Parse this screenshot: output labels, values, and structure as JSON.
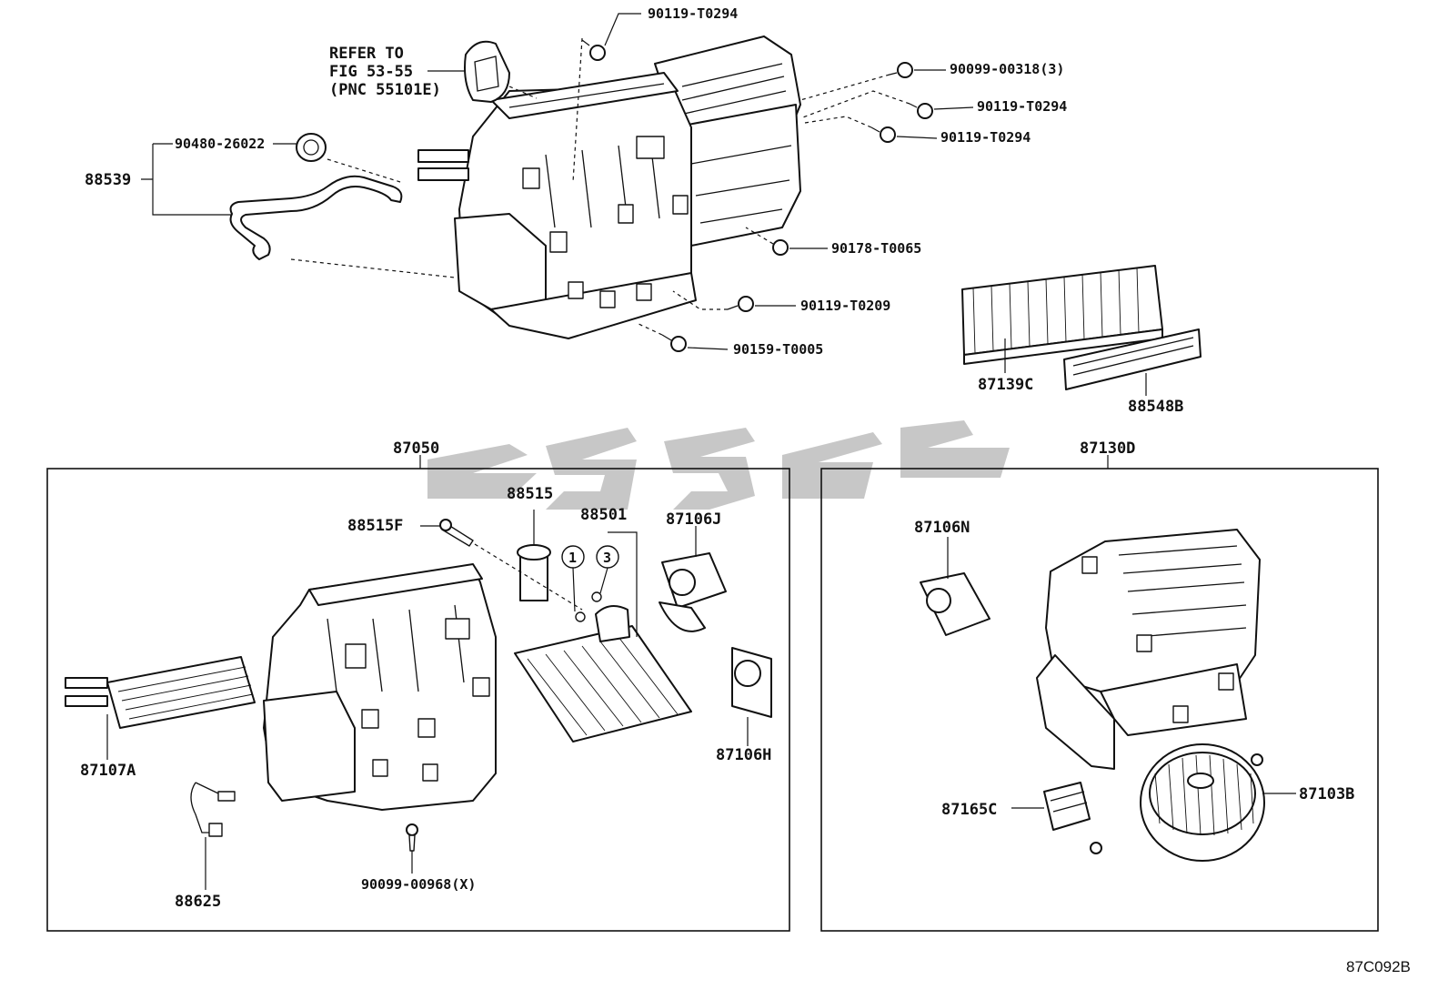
{
  "diagram_code": "87C092B",
  "refer_note": [
    "REFER TO",
    "FIG 53-55",
    "(PNC 55101E)"
  ],
  "groups": {
    "unit_assembly": "87050",
    "blower_assembly": "87130D"
  },
  "labels": {
    "bolt_top": "90119-T0294",
    "screw_318": "90099-00318(3)",
    "bolt_right_1": "90119-T0294",
    "bolt_right_2": "90119-T0294",
    "grommet": "90480-26022",
    "hose": "88539",
    "nut": "90178-T0065",
    "bolt_209": "90119-T0209",
    "bolt_159": "90159-T0005",
    "filter": "87139C",
    "filter_cover": "88548B",
    "valve": "88515",
    "valve_bolt": "88515F",
    "evaporator": "88501",
    "callout_1": "1",
    "callout_3": "3",
    "servo_j": "87106J",
    "servo_h": "87106H",
    "heater_core": "87107A",
    "sensor": "88625",
    "screw_968": "90099-00968(X)",
    "servo_n": "87106N",
    "resistor": "87165C",
    "blower_motor": "87103B"
  }
}
